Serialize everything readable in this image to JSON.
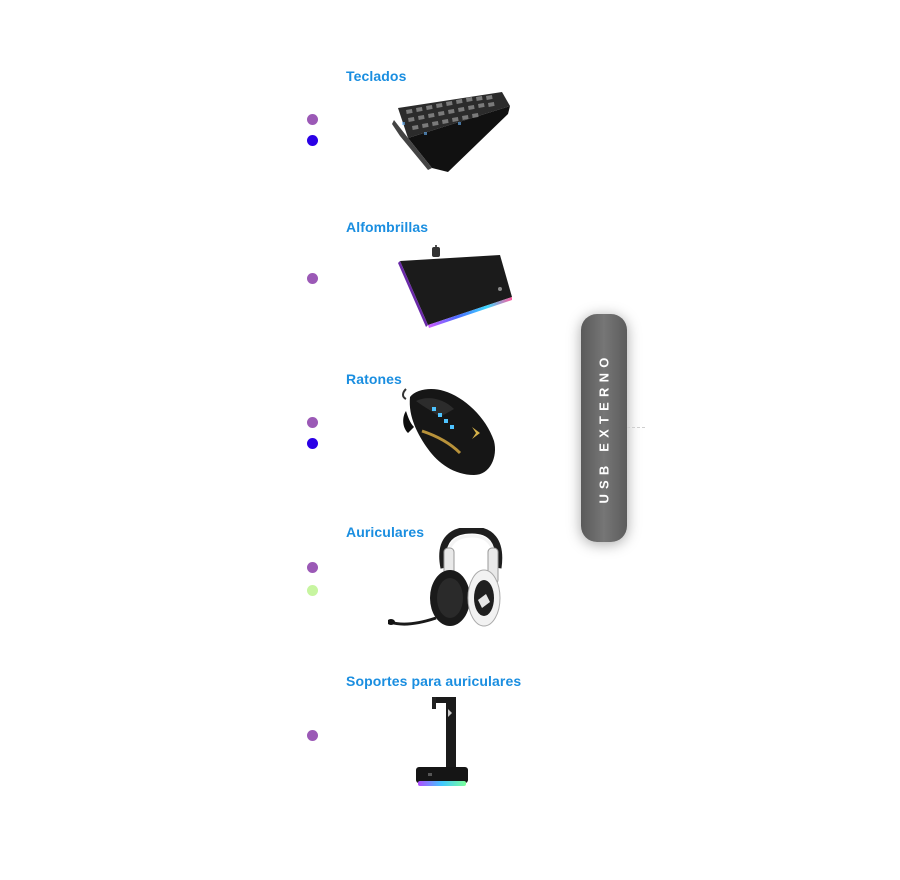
{
  "categories": [
    {
      "title": "Teclados",
      "dots": [
        "#9b59b6",
        "#2a00e6"
      ],
      "icon": "keyboard-image"
    },
    {
      "title": "Alfombrillas",
      "dots": [
        "#9b59b6"
      ],
      "icon": "mousepad-image"
    },
    {
      "title": "Ratones",
      "dots": [
        "#9b59b6",
        "#2a00e6"
      ],
      "icon": "mouse-image"
    },
    {
      "title": "Auriculares",
      "dots": [
        "#9b59b6",
        "#c7f5a0"
      ],
      "icon": "headset-image"
    },
    {
      "title": "Soportes para auriculares",
      "dots": [
        "#9b59b6"
      ],
      "icon": "headset-stand-image"
    }
  ],
  "connection": {
    "label": "USB EXTERNO"
  },
  "colors": {
    "title": "#1a8ee0",
    "pill": "#6a6a6a",
    "purple_dot": "#9b59b6",
    "blue_dot": "#2a00e6",
    "green_dot": "#c7f5a0"
  }
}
